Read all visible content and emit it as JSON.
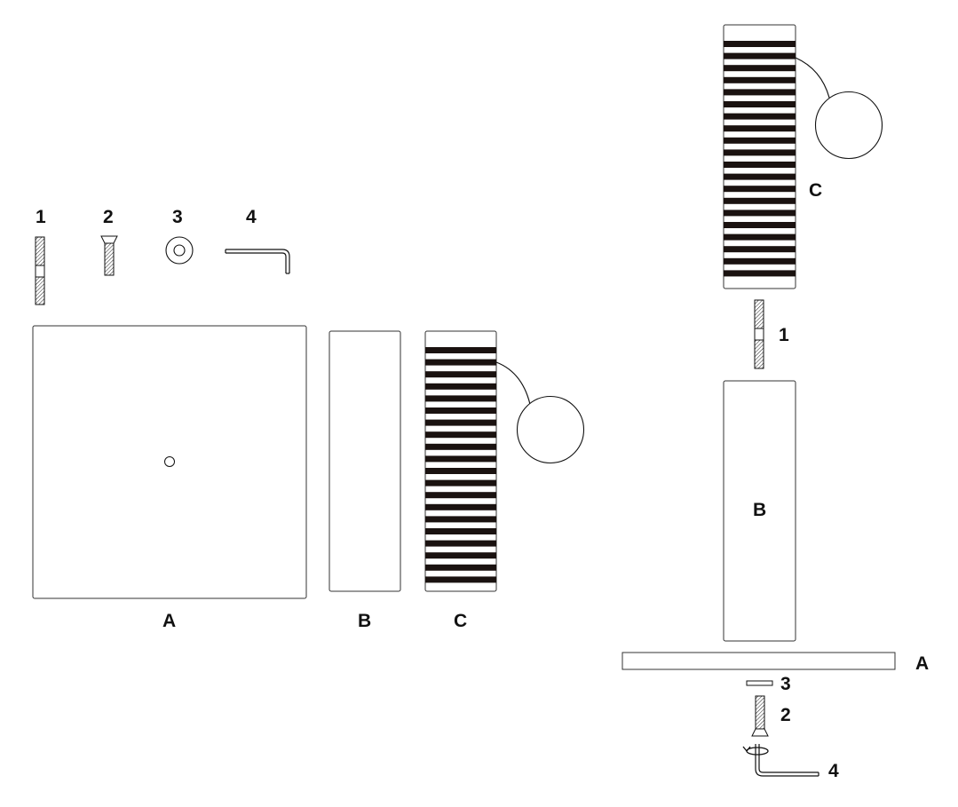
{
  "colors": {
    "ink": "#111111",
    "stripe": "#1a1210",
    "background": "#ffffff"
  },
  "parts": {
    "screw_long": "1",
    "screw_countersunk": "2",
    "washer": "3",
    "allen_key": "4"
  },
  "components": {
    "base": "A",
    "body": "B",
    "shade": "C"
  },
  "assembly": {
    "shade": "C",
    "screw_long": "1",
    "body": "B",
    "base": "A",
    "washer": "3",
    "screw_countersunk": "2",
    "allen_key": "4"
  },
  "icons": [
    "screw-icon",
    "countersunk-screw-icon",
    "washer-icon",
    "allen-key-icon",
    "pendant-ball-icon",
    "rotate-arrow-icon"
  ]
}
